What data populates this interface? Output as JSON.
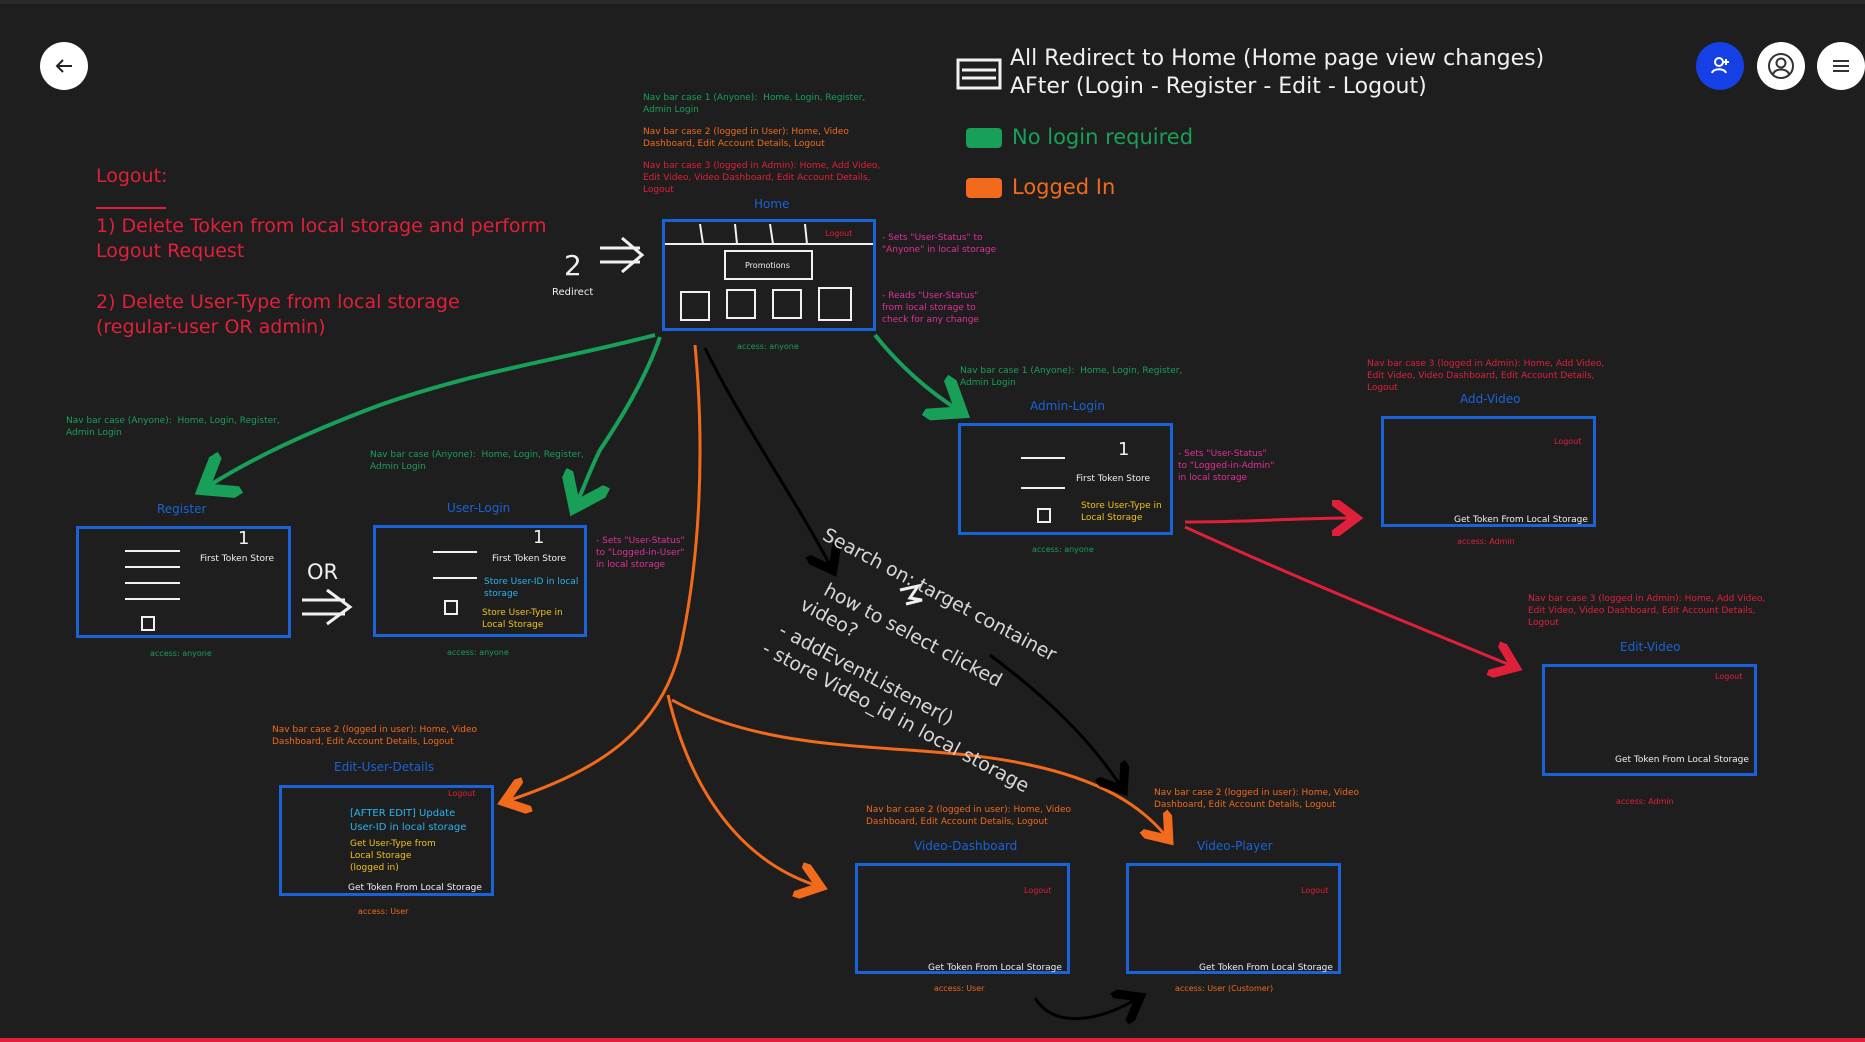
{
  "colors": {
    "bg": "#1e1e1e",
    "blue": "#1a63d6",
    "green": "#18a058",
    "orange": "#f26a1b",
    "red": "#e0203a",
    "magenta": "#e0309a",
    "yellow": "#f2c21b",
    "cyan": "#27b6f0",
    "white": "#f0f0f0",
    "userBtn": "#1440e6"
  },
  "toolbar": {
    "back_icon": "arrow-left-icon",
    "collab_icon": "add-user-icon",
    "profile_icon": "user-icon",
    "menu_icon": "hamburger-icon"
  },
  "legend": {
    "redirect_line1": "All Redirect to Home (Home page view changes)",
    "redirect_line2": "AFter (Login - Register - Edit - Logout)",
    "no_login": "No login required",
    "logged_in": "Logged In"
  },
  "logout": {
    "title": "Logout:",
    "step1a": "1) Delete Token from local storage and perform",
    "step1b": "Logout Request",
    "step2a": "2) Delete User-Type from local storage",
    "step2b": "(regular-user OR admin)"
  },
  "redirect": {
    "num": "2",
    "label": "Redirect"
  },
  "home": {
    "nav1a": "Nav bar case 1 (Anyone):  Home, Login, Register,",
    "nav1b": "Admin Login",
    "nav2a": "Nav bar case 2 (logged in User): Home, Video",
    "nav2b": "Dashboard, Edit Account Details, Logout",
    "nav3a": "Nav bar case 3 (logged in Admin): Home, Add Video,",
    "nav3b": "Edit Video, Video Dashboard, Edit Account Details,",
    "nav3c": "Logout",
    "title": "Home",
    "logout": "Logout",
    "promotions": "Promotions",
    "note1a": "- Sets \"User-Status\" to",
    "note1b": "\"Anyone\" in local storage",
    "note2a": "- Reads \"User-Status\"",
    "note2b": "from local storage to",
    "note2c": "check for any change",
    "access": "access: anyone"
  },
  "register": {
    "nava": "Nav bar case (Anyone):  Home, Login, Register,",
    "navb": "Admin Login",
    "title": "Register",
    "num": "1",
    "first": "First Token Store",
    "access": "access: anyone",
    "or": "OR"
  },
  "userlogin": {
    "nava": "Nav bar case (Anyone):  Home, Login, Register,",
    "navb": "Admin Login",
    "title": "User-Login",
    "num": "1",
    "first": "First Token Store",
    "store1a": "Store User-ID in local",
    "store1b": "storage",
    "store2a": "Store User-Type in",
    "store2b": "Local Storage",
    "notea": "- Sets \"User-Status\"",
    "noteb": "to \"Logged-in-User\"",
    "notec": "in local storage",
    "access": "access: anyone"
  },
  "adminlogin": {
    "nava": "Nav bar case 1 (Anyone):  Home, Login, Register,",
    "navb": "Admin Login",
    "title": "Admin-Login",
    "num": "1",
    "first": "First Token Store",
    "storea": "Store User-Type in",
    "storeb": "Local Storage",
    "notea": "- Sets \"User-Status\"",
    "noteb": "to \"Logged-in-Admin\"",
    "notec": "in local storage",
    "access": "access: anyone"
  },
  "addvideo": {
    "nava": "Nav bar case 3 (logged in Admin): Home, Add Video,",
    "navb": "Edit Video, Video Dashboard, Edit Account Details,",
    "navc": "Logout",
    "title": "Add-Video",
    "logout": "Logout",
    "token": "Get Token From Local Storage",
    "access": "access: Admin"
  },
  "editvideo": {
    "nava": "Nav bar case 3 (logged in Admin): Home, Add Video,",
    "navb": "Edit Video, Video Dashboard, Edit Account Details,",
    "navc": "Logout",
    "title": "Edit-Video",
    "logout": "Logout",
    "token": "Get Token From Local Storage",
    "access": "access: Admin"
  },
  "edituser": {
    "nava": "Nav bar case 2 (logged in user): Home, Video",
    "navb": "Dashboard, Edit Account Details, Logout",
    "title": "Edit-User-Details",
    "logout": "Logout",
    "after1": "[AFTER EDIT] Update",
    "after2": "User-ID in local storage",
    "get1": "Get User-Type from",
    "get2": "Local Storage",
    "get3": "(logged in)",
    "token": "Get Token From Local Storage",
    "access": "access: User"
  },
  "videodash": {
    "nava": "Nav bar case 2 (logged in user): Home, Video",
    "navb": "Dashboard, Edit Account Details, Logout",
    "title": "Video-Dashboard",
    "logout": "Logout",
    "token": "Get Token From Local Storage",
    "access": "access: User"
  },
  "videoplayer": {
    "nava": "Nav bar case 2 (logged in user): Home, Video",
    "navb": "Dashboard, Edit Account Details, Logout",
    "title": "Video-Player",
    "logout": "Logout",
    "token": "Get Token From Local Storage",
    "access": "access: User (Customer)"
  },
  "search": {
    "line1": "Search on: target container",
    "line2": "how to select clicked",
    "line3": "video?",
    "line4": "- addEventListener()",
    "line5": "- store Video_id in local storage"
  }
}
